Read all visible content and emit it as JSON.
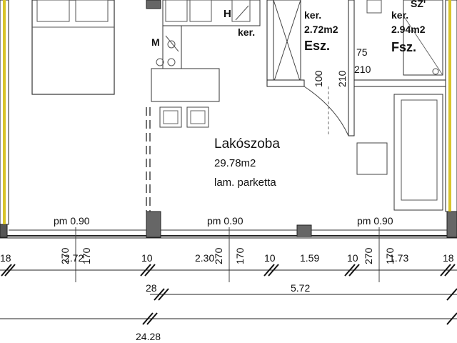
{
  "rooms": {
    "living": {
      "name": "Lakószoba",
      "area": "29.78m2",
      "floor": "lam. parketta"
    },
    "wardrobe": {
      "name": "Esz.",
      "area": "2.72m2",
      "floor": "ker."
    },
    "bath": {
      "name": "Fsz.",
      "area": "2.94m2",
      "floor": "ker.",
      "top_label": "SZ'"
    }
  },
  "kitchen": {
    "h_label": "H",
    "m_label": "M",
    "floor": "ker."
  },
  "door": {
    "width": "75",
    "height1": "210",
    "height2": "210",
    "left_dim": "100"
  },
  "windows": [
    {
      "label": "pm 0.90",
      "h1": "270",
      "h2": "170"
    },
    {
      "label": "pm 0.90",
      "h1": "270",
      "h2": "170"
    },
    {
      "label": "pm 0.90",
      "h1": "270",
      "h2": "170"
    }
  ],
  "dims_row1": [
    "18",
    "2.72",
    "10",
    "2.30",
    "10",
    "1.59",
    "10",
    "1.73",
    "18"
  ],
  "dims_row2": [
    "28",
    "5.72"
  ],
  "dims_row3": [
    "24.28"
  ]
}
